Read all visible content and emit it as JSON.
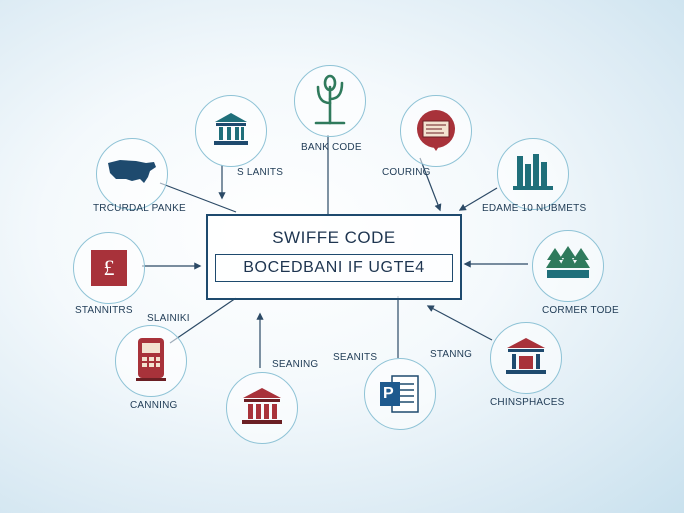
{
  "center": {
    "title": "SWIFFE CODE",
    "code": "BOCEDBANI IF UGTE4"
  },
  "labels": {
    "bank_code": "BANK CODE",
    "s_lanits": "S LANITS",
    "couring": "COURING",
    "trcurdal_panke": "TRCURDAL PANKE",
    "edame_nubmets": "EDAME  10  NUBMETS",
    "stannitrs": "STANNITRS",
    "slainiki": "SLAINIKI",
    "cormer_tode": "CORMER TODE",
    "seaning": "SEANING",
    "seanits": "SEANITS",
    "stanng": "STANNG",
    "canning": "CANNING",
    "chinsphaces": "CHINSPHACES"
  },
  "icons": {
    "top_center": "plant-leaf-icon",
    "top_left": "bank-building-icon",
    "top_right": "certificate-badge-icon",
    "left_top": "usa-map-icon",
    "right_top": "bar-chart-icon",
    "left_mid": "pound-currency-icon",
    "right_mid": "trees-icon",
    "left_bottom": "atm-machine-icon",
    "bottom_left": "bank-building-icon",
    "bottom_center": "document-p-icon",
    "right_bottom": "bank-building-icon"
  },
  "symbols": {
    "pound": "£",
    "doc_letter": "P"
  },
  "colors": {
    "navy": "#1e4a6e",
    "teal": "#1f6f7a",
    "red": "#a8323a",
    "green": "#2f7a5c"
  }
}
